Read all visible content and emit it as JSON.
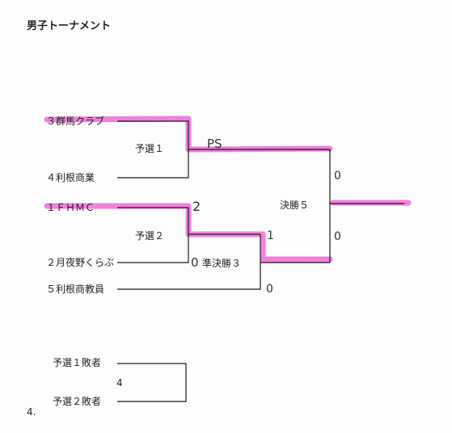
{
  "title": "男子トーナメント",
  "teams": {
    "t1": "３群馬クラブ",
    "t2": "４利根商業",
    "t3": "１ＦＨＭＣ",
    "t4": "２月夜野くらぶ",
    "t5": "５利根商教員"
  },
  "matches": {
    "q1": "予選１",
    "q2": "予選２",
    "semi": "準決勝３",
    "final": "決勝５"
  },
  "consolation": {
    "loser1": "予選１敗者",
    "loser2": "予選２敗者",
    "match_no": "4"
  },
  "footnote": "4.",
  "scores": {
    "q1_note": "PS",
    "q2_top": "2",
    "q2_bottom": "0",
    "semi_top": "1",
    "semi_bottom": "0",
    "final_top": "0",
    "final_bottom": "0"
  },
  "colors": {
    "highlight": "#f06ad8",
    "line": "#1a1a1a"
  }
}
